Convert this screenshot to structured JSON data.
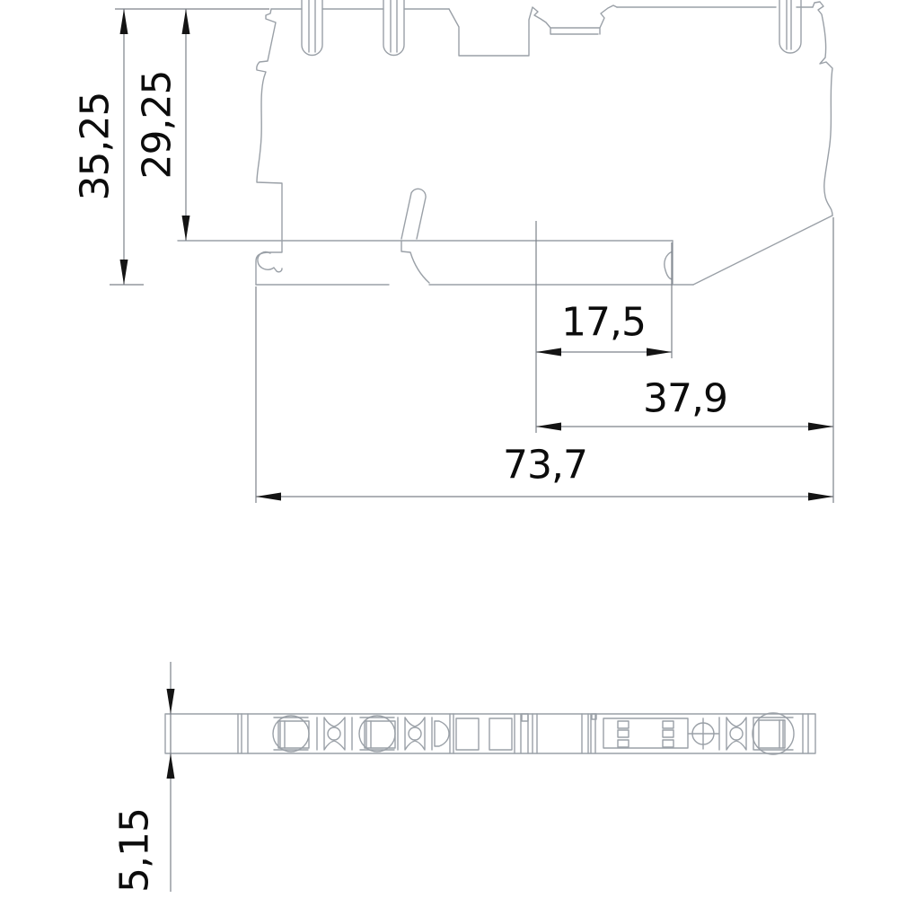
{
  "drawing": {
    "type": "technical-dimension-drawing",
    "dimensions": {
      "overall_height": {
        "value": "35,25"
      },
      "rail_height": {
        "value": "29,25"
      },
      "front_depth": {
        "value": "17,5"
      },
      "mid_depth": {
        "value": "37,9"
      },
      "overall_depth": {
        "value": "73,7"
      },
      "thickness": {
        "value": "5,15"
      }
    },
    "colors": {
      "background": "#ffffff",
      "outline": "#9aa0a7",
      "dimension_lines": "#7d828a",
      "annotation": "#141414"
    }
  }
}
